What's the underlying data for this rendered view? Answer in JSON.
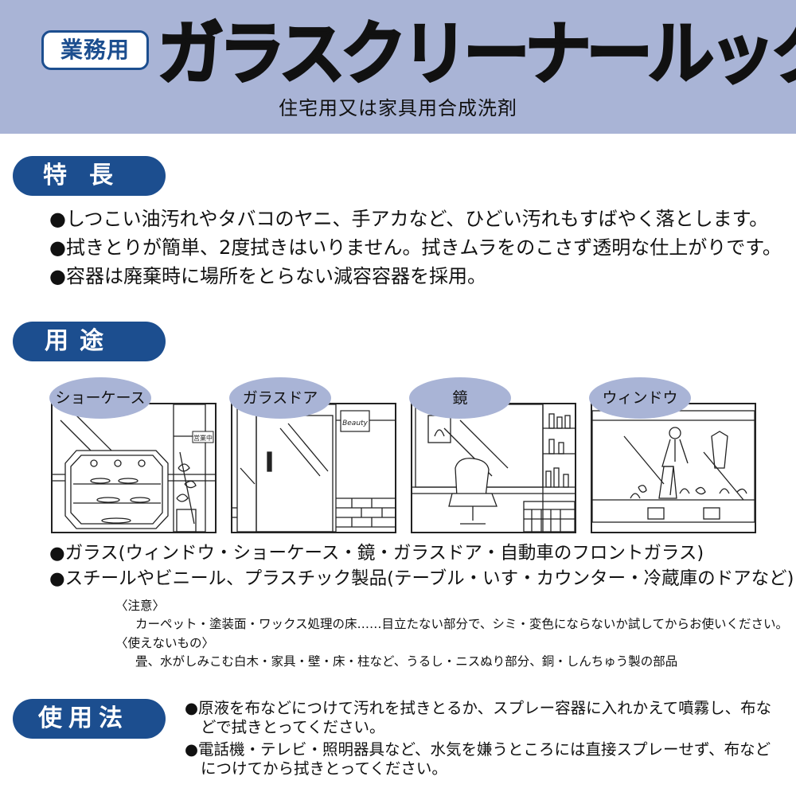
{
  "header": {
    "badge": "業務用",
    "title": "ガラスクリーナールック",
    "subtitle": "住宅用又は家具用合成洗剤"
  },
  "features": {
    "heading": "特長",
    "items": [
      "●しつこい油汚れやタバコのヤニ、手アカなど、ひどい汚れもすばやく落とします。",
      "●拭きとりが簡単、2度拭きはいりません。拭きムラをのこさず透明な仕上がりです。",
      "●容器は廃棄時に場所をとらない減容容器を採用。"
    ]
  },
  "uses": {
    "heading": "用途",
    "panels": [
      {
        "label": "ショーケース",
        "sign": "営業中"
      },
      {
        "label": "ガラスドア",
        "sign": "Beauty"
      },
      {
        "label": "鏡"
      },
      {
        "label": "ウィンドウ"
      }
    ],
    "items": [
      "●ガラス(ウィンドウ・ショーケース・鏡・ガラスドア・自動車のフロントガラス)",
      "●スチールやビニール、プラスチック製品(テーブル・いす・カウンター・冷蔵庫のドアなど)"
    ],
    "caution_heading": "〈注意〉",
    "caution_text": "カーペット・塗装面・ワックス処理の床……目立たない部分で、シミ・変色にならないか試してからお使いください。",
    "unusable_heading": "〈使えないもの〉",
    "unusable_text": "畳、水がしみこむ白木・家具・壁・床・柱など、うるし・ニスぬり部分、銅・しんちゅう製の部品"
  },
  "howto": {
    "heading": "使用法",
    "items": [
      {
        "line1": "●原液を布などにつけて汚れを拭きとるか、スプレー容器に入れかえて噴霧し、布な",
        "line2": "どで拭きとってください。"
      },
      {
        "line1": "●電話機・テレビ・照明器具など、水気を嫌うところには直接スプレーせず、布など",
        "line2": "につけてから拭きとってください。"
      }
    ]
  },
  "colors": {
    "band": "#a9b4d6",
    "navy": "#1c4e8f",
    "ink": "#1a1a1a"
  }
}
